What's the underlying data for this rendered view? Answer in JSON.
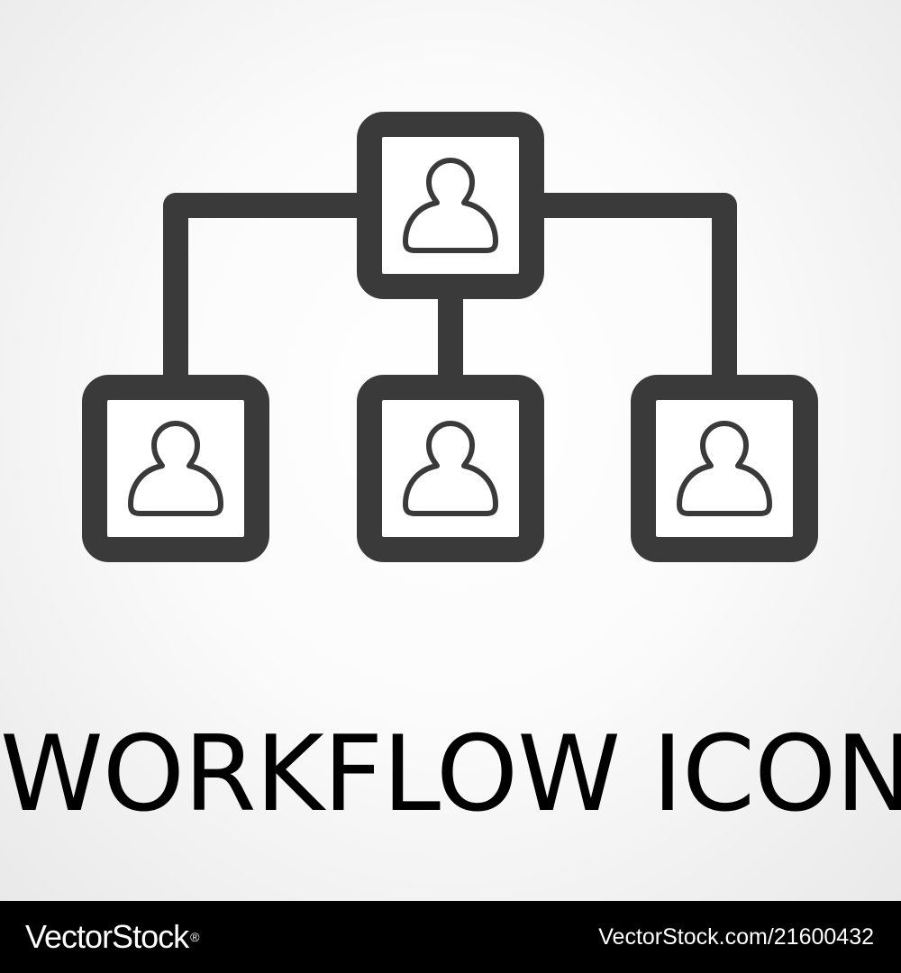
{
  "title": "WORKFLOW ICON",
  "footer": {
    "brand": "VectorStock",
    "brand_mark": "®",
    "image_id": "VectorStock.com/21600432"
  },
  "icon": {
    "name": "workflow-hierarchy-icon",
    "node_icon": "user-icon"
  },
  "colors": {
    "icon": "#3a3a3a",
    "title": "#000000",
    "footer_bg": "#000000",
    "footer_text": "#ffffff",
    "canvas_center": "#ffffff",
    "canvas_edge": "#e9e9e9"
  }
}
